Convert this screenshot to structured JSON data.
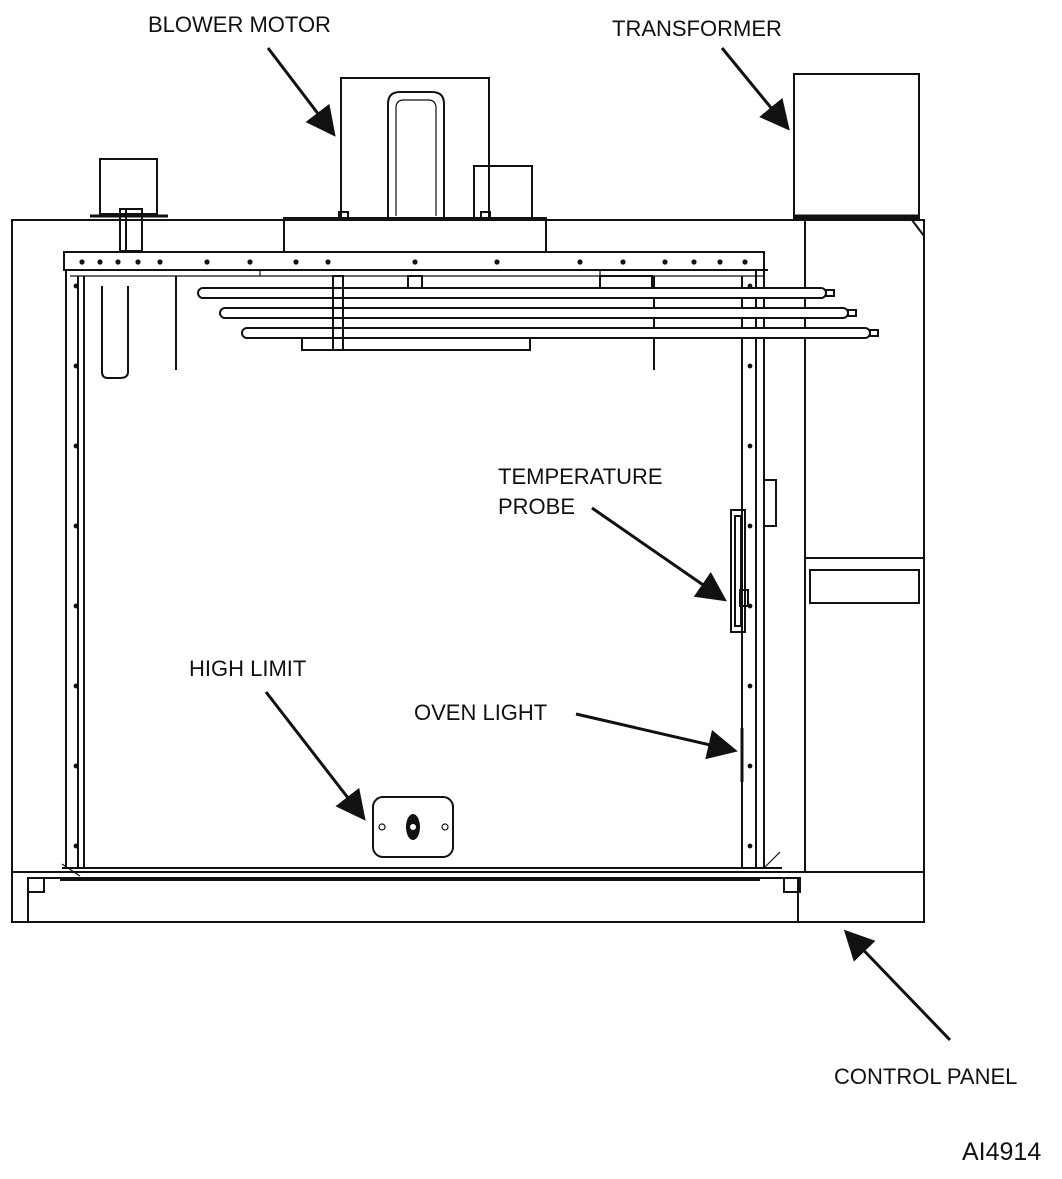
{
  "labels": {
    "blower_motor": "BLOWER MOTOR",
    "transformer": "TRANSFORMER",
    "temperature_probe_line1": "TEMPERATURE",
    "temperature_probe_line2": "PROBE",
    "high_limit": "HIGH LIMIT",
    "oven_light": "OVEN LIGHT",
    "control_panel": "CONTROL PANEL"
  },
  "figure_code": "AI4914",
  "colors": {
    "line": "#111111",
    "background": "#ffffff"
  }
}
